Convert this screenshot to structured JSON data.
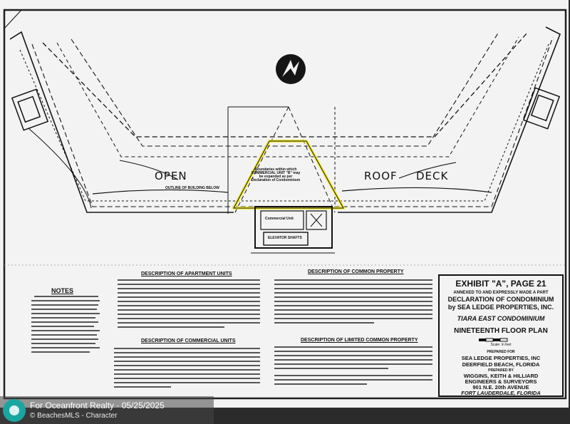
{
  "plan": {
    "north_icon": "north-arrow-icon",
    "open_label": "OPEN",
    "roof_label": "ROOF",
    "deck_label": "DECK",
    "outline_note": "OUTLINE OF BUILDING BELOW",
    "boundary_note": "Boundaries within which COMMERCIAL UNIT \"B\" may be expanded as per Declaration of Condominium",
    "commercial_unit": "Commercial Unit",
    "elevator_shafts": "ELEVATOR SHAFTS"
  },
  "notes": {
    "heading": "NOTES"
  },
  "sections": {
    "apartment_units": "DESCRIPTION OF APARTMENT UNITS",
    "common_property": "DESCRIPTION OF COMMON PROPERTY",
    "commercial_units": "DESCRIPTION OF COMMERCIAL UNITS",
    "limited_common": "DESCRIPTION OF LIMITED COMMON PROPERTY"
  },
  "title_block": {
    "exhibit": "EXHIBIT \"A\", PAGE 21",
    "annexed": "ANNEXED TO AND EXPRESSLY MADE A PART",
    "declaration": "DECLARATION OF CONDOMINIUM",
    "by": "by SEA LEDGE PROPERTIES, INC.",
    "condo": "TIARA EAST CONDOMINIUM",
    "floor_plan": "NINETEENTH FLOOR PLAN",
    "scale": "Scale: in feet",
    "prepared": "PREPARED FOR",
    "client": "SEA LEDGE PROPERTIES, INC",
    "client_city": "DEERFIELD BEACH, FLORIDA",
    "prepared_by": "PREPARED BY",
    "engineer": "WIGGINS, KEITH & HILLIARD",
    "engineer2": "ENGINEERS & SURVEYORS",
    "address": "901 N.E. 20th AVENUE",
    "city": "FORT LAUDERDALE, FLORIDA"
  },
  "watermark": {
    "line1": "For Oceanfront Realty · 05/25/2025",
    "line2": "© BeachesMLS - Character",
    "logo_icon": "beachesmls-logo-icon"
  },
  "colors": {
    "paper": "#f3f3f3",
    "ink": "#111111",
    "highlight": "#f2ea28",
    "frame": "#202020"
  }
}
